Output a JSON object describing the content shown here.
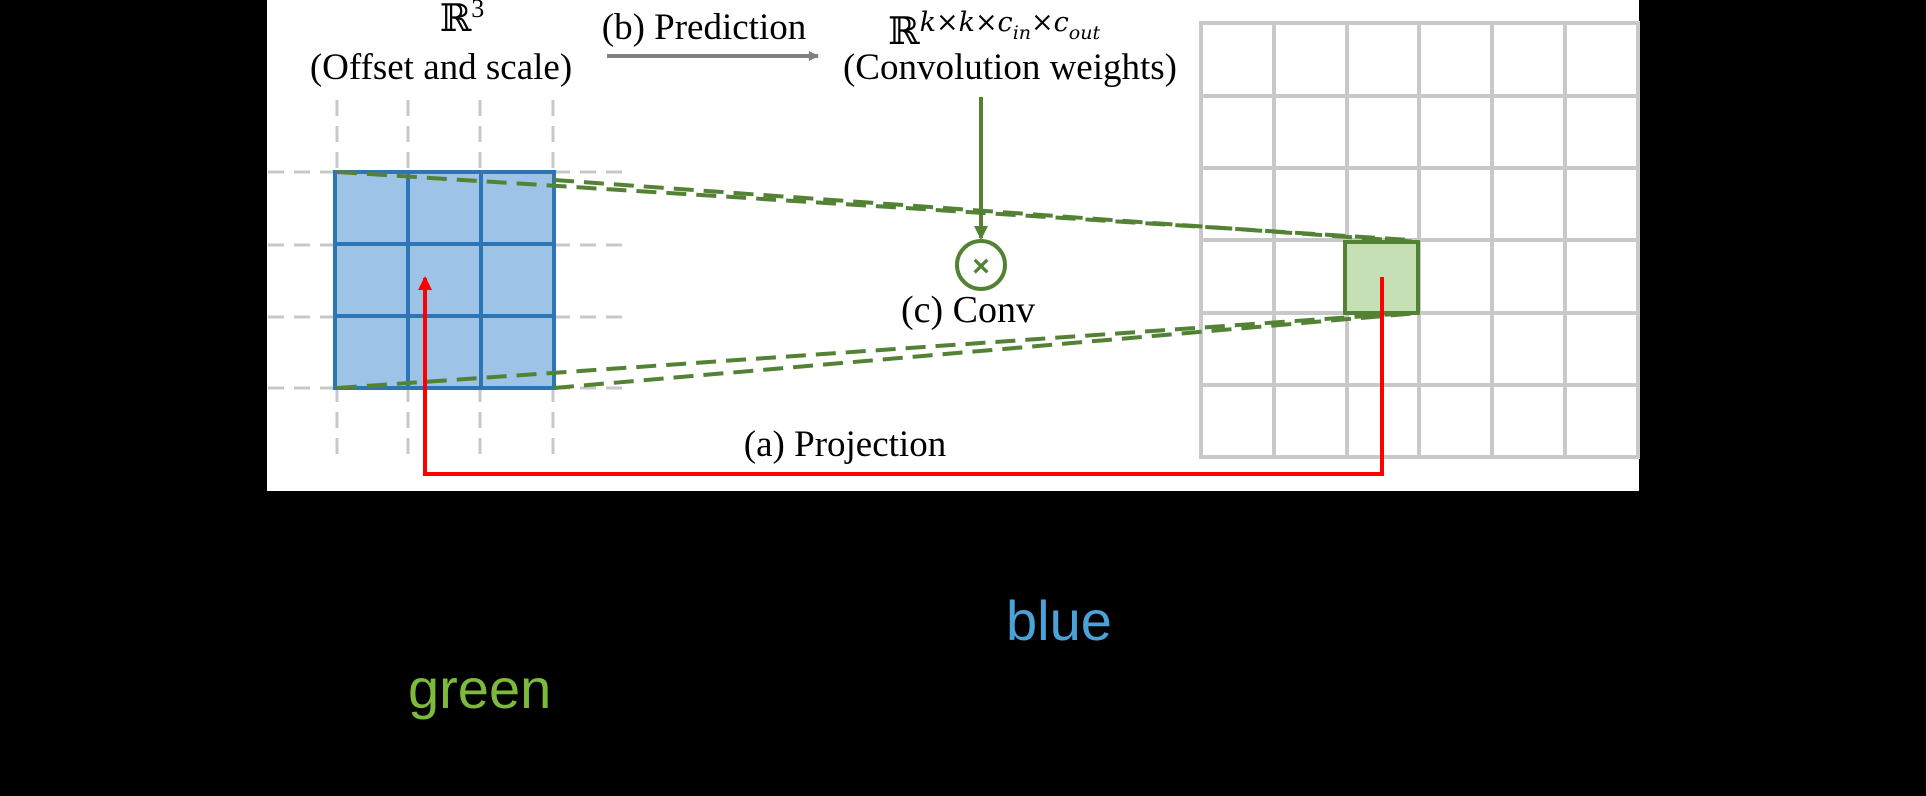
{
  "labels": {
    "real_symbol": "ℝ",
    "offset_scale_exponent": "3",
    "offset_scale_caption": "(Offset and scale)",
    "weights_exponent": "k×k×c",
    "weights_sub_in": "in",
    "weights_times": "×c",
    "weights_sub_out": "out",
    "weights_caption": "(Convolution weights)",
    "prediction": "(b) Prediction",
    "conv": "(c) Conv",
    "conv_operator": "×",
    "projection": "(a) Projection"
  },
  "caption_words": {
    "blue": "blue",
    "green": "green"
  },
  "colors": {
    "panel_background": "#ffffff",
    "page_background": "#000000",
    "blue_kernel_fill": "#9dc3e6",
    "blue_kernel_stroke": "#2e75b6",
    "green_stroke": "#548235",
    "green_fill": "#c5e0b4",
    "projection_arrow": "#ff0000",
    "prediction_arrow": "#808080",
    "grid_gray": "#c8c8c8",
    "dashed_gray": "#c8c8c8",
    "blue_word": "#4aa3d8",
    "green_word": "#7dba3c"
  }
}
